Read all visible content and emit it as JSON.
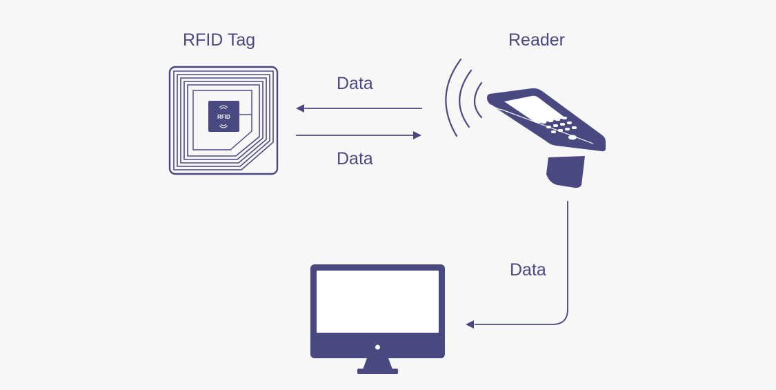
{
  "labels": {
    "tag": "RFID Tag",
    "reader": "Reader",
    "data_to_tag": "Data",
    "data_to_reader": "Data",
    "data_to_computer": "Data"
  },
  "chip": {
    "text": "RFID"
  },
  "colors": {
    "primary": "#4a4880",
    "background": "#f7f7f7",
    "screen": "#ffffff"
  },
  "icons": {
    "tag": "rfid-tag-icon",
    "reader": "handheld-reader-icon",
    "computer": "desktop-monitor-icon",
    "signal": "radio-waves-icon"
  }
}
